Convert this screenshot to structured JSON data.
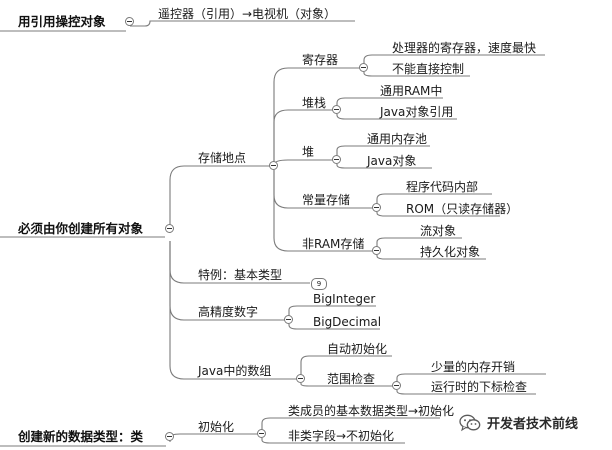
{
  "roots": {
    "r1": "用引用操控对象",
    "r2": "必须由你创建所有对象",
    "r3": "创建新的数据类型：类"
  },
  "nodes": {
    "remote": "遥控器（引用）→电视机（对象）",
    "storage": "存储地点",
    "register": "寄存器",
    "reg_fast": "处理器的寄存器，速度最快",
    "reg_noctl": "不能直接控制",
    "stack": "堆栈",
    "stack_ram": "通用RAM中",
    "stack_ref": "Java对象引用",
    "heap": "堆",
    "heap_pool": "通用内存池",
    "heap_obj": "Java对象",
    "const": "常量存储",
    "const_code": "程序代码内部",
    "const_rom": "ROM（只读存储器）",
    "nonram": "非RAM存储",
    "stream_obj": "流对象",
    "persist_obj": "持久化对象",
    "primitive": "特例：基本类型",
    "primitive_count": "9",
    "highprec": "高精度数字",
    "bigint": "BigInteger",
    "bigdec": "BigDecimal",
    "array": "Java中的数组",
    "auto_init": "自动初始化",
    "range_check": "范围检查",
    "little_mem": "少量的内存开销",
    "runtime_check": "运行时的下标检查",
    "init": "初始化",
    "member_init": "类成员的基本数据类型→初始化",
    "nonmember": "非类字段→不初始化"
  },
  "watermark": {
    "text": "开发者技术前线",
    "icon": "wechat-icon"
  },
  "colors": {
    "line": "#7b7b7b",
    "text": "#1a1a1a"
  }
}
